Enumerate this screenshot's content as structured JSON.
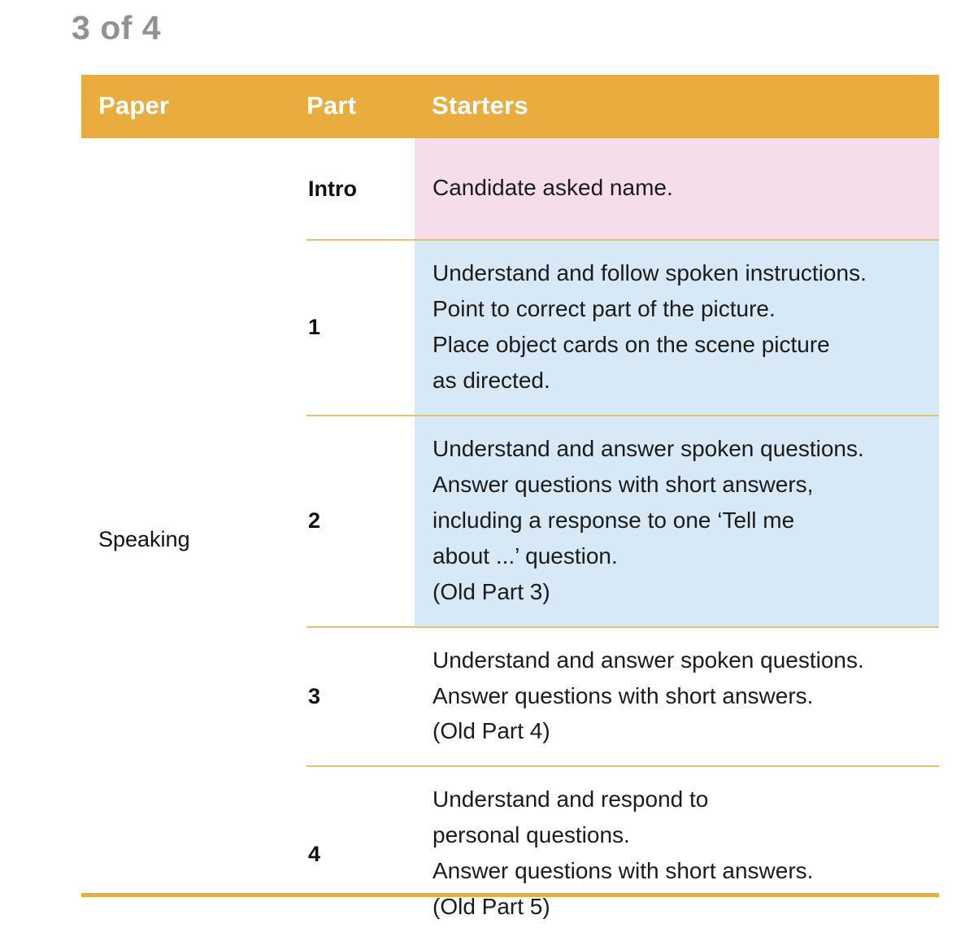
{
  "page_label": "3 of 4",
  "colors": {
    "header_bg": "#eaac3f",
    "header_text": "#ffffff",
    "divider": "#e3c271",
    "bottom_rule": "#e0af4a",
    "tint_pink": "#f5dee9",
    "tint_blue": "#d7e9f7",
    "page_label_text": "#919191",
    "body_text": "#1b1b1b",
    "watermark": "#bcd9ef"
  },
  "table": {
    "headers": {
      "paper": "Paper",
      "part": "Part",
      "starters": "Starters"
    },
    "paper_label": "Speaking",
    "rows": [
      {
        "part": "Intro",
        "starters": "Candidate asked name.",
        "tint": "pink"
      },
      {
        "part": "1",
        "starters": "Understand and follow spoken instructions.\nPoint to correct part of the picture.\nPlace object cards on the scene picture\nas directed.",
        "tint": "blue"
      },
      {
        "part": "2",
        "starters": "Understand and answer spoken questions.\nAnswer questions with short answers,\nincluding a response to one ‘Tell me\nabout ...’ question.\n(Old Part 3)",
        "tint": "blue"
      },
      {
        "part": "3",
        "starters": "Understand and answer spoken questions.\nAnswer questions with short answers.\n(Old Part 4)",
        "tint": "white"
      },
      {
        "part": "4",
        "starters": "Understand and respond to\npersonal questions.\nAnswer questions with short answers.\n(Old Part 5)",
        "tint": "white"
      }
    ]
  },
  "watermark": {
    "name": "cartoon-character-watermark"
  }
}
